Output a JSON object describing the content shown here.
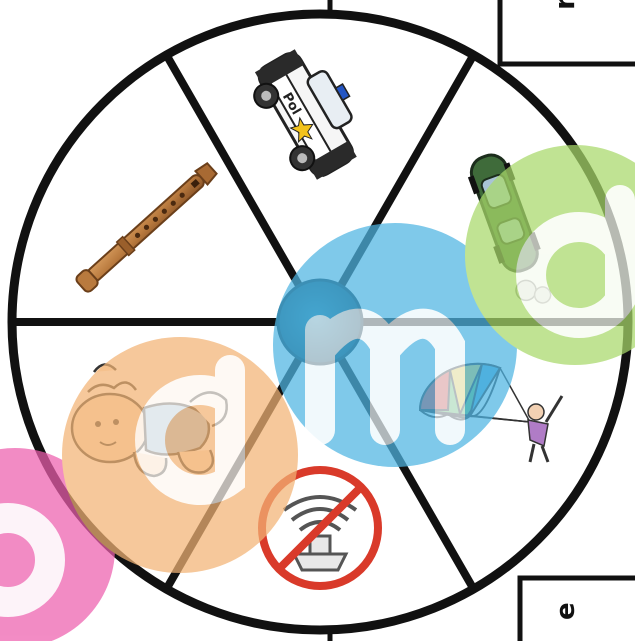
{
  "board": {
    "corner_letter_top": "r",
    "corner_letter_bottom": "e"
  },
  "police_car": {
    "door_text": "Pol"
  },
  "spinner": {
    "segments": [
      {
        "icon": "police-car"
      },
      {
        "icon": "green-car"
      },
      {
        "icon": "parachute"
      },
      {
        "icon": "no-sound"
      },
      {
        "icon": "crawling-baby"
      },
      {
        "icon": "recorder-flute"
      }
    ]
  },
  "colors": {
    "outline": "#111111",
    "hub": "#11506a",
    "watermark_pink": "#ee5fae",
    "watermark_orange": "#f3b475",
    "watermark_blue": "#4fb5e3",
    "watermark_green": "#a9d96a",
    "no_sound_red": "#d93a2a",
    "flute_brown": "#b97a3e"
  }
}
